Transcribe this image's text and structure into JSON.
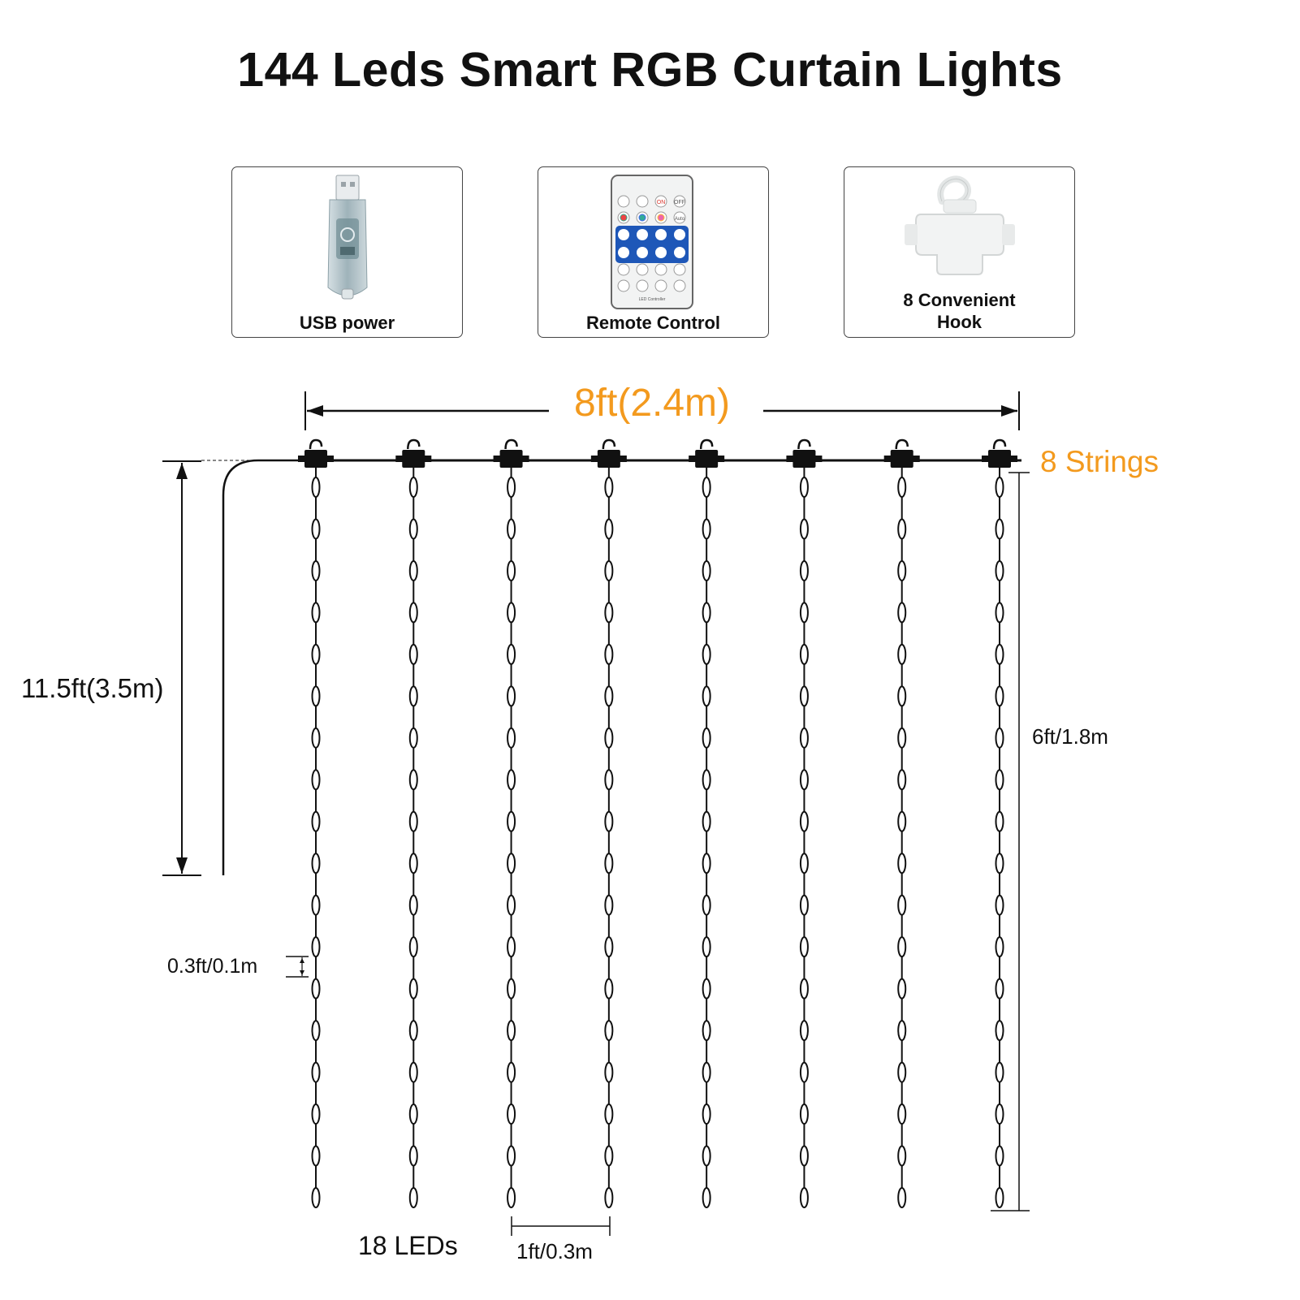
{
  "title": "144 Leds Smart RGB Curtain Lights",
  "cards": [
    {
      "label": "USB power",
      "icon": "usb-plug-icon"
    },
    {
      "label": "Remote Control",
      "icon": "remote-control-icon"
    },
    {
      "label": "8 Convenient\nHook",
      "icon": "hook-icon"
    }
  ],
  "remote": {
    "on": "ON",
    "off": "OFF",
    "auto": "Auto",
    "brand": "LED Controller"
  },
  "dimensions": {
    "width_label": "8ft(2.4m)",
    "strings_label": "8 Strings",
    "cable_label": "11.5ft(3.5m)",
    "string_length_label": "6ft/1.8m",
    "led_spacing_label": "0.3ft/0.1m",
    "string_spacing_label": "1ft/0.3m",
    "leds_label": "18 LEDs"
  },
  "specs": {
    "strings": 8,
    "leds_per_string": 18
  },
  "colors": {
    "accent": "#f39a1e",
    "line": "#111111"
  }
}
